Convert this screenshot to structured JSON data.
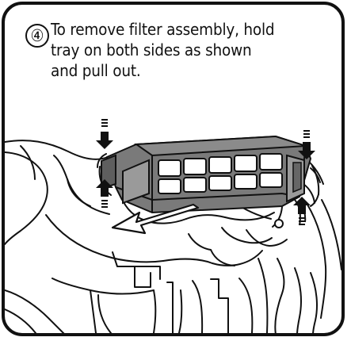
{
  "step": {
    "number": "④",
    "instruction_lines": [
      "To remove filter assembly, hold",
      "tray on both sides as shown",
      "and pull out."
    ]
  },
  "diagram": {
    "subject": "filter-assembly-removal",
    "arrow_markers": [
      "top-left",
      "bottom-left",
      "top-right",
      "bottom-right"
    ],
    "pull_direction": "down-left",
    "ink_color": "#111111",
    "filter_fill": "#7a7a7a",
    "background": "#ffffff"
  }
}
